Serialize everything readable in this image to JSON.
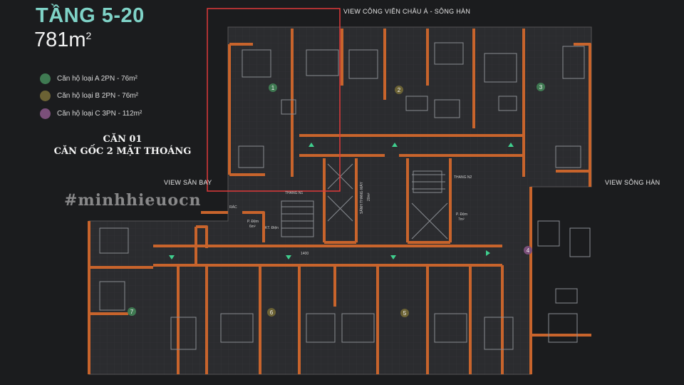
{
  "header": {
    "title": "TẦNG 5-20",
    "area_value": "781m",
    "area_sup": "2"
  },
  "legend": [
    {
      "label": "Căn hộ loại A 2PN - 76m²",
      "color": "#3f7a52"
    },
    {
      "label": "Căn hộ loại B 2PN - 76m²",
      "color": "#6b6234"
    },
    {
      "label": "Căn hộ loại C 3PN - 112m²",
      "color": "#7b4f7a"
    }
  ],
  "highlight": {
    "line1": "CĂN 01",
    "line2": "CĂN GỐC 2 MẶT THOÁNG",
    "color": "#e03a3a"
  },
  "views": {
    "top": "VIEW CÔNG VIÊN CHÂU Á - SÔNG HÀN",
    "left": "VIEW SÂN BAY",
    "right": "VIEW SÔNG HÀN"
  },
  "watermark": "#minhhieuocn",
  "units": [
    {
      "number": "1",
      "color": "#3f7a52"
    },
    {
      "number": "2",
      "color": "#6b6234"
    },
    {
      "number": "3",
      "color": "#3f7a52"
    },
    {
      "number": "4",
      "color": "#7b4f7a"
    },
    {
      "number": "5",
      "color": "#6b6234"
    },
    {
      "number": "6",
      "color": "#6b6234"
    },
    {
      "number": "7",
      "color": "#3f7a52"
    }
  ],
  "plan_labels": {
    "lobby": "SẢNH THANG MÁY",
    "lobby_area": "20m²",
    "stair_n2": "THANG N2",
    "stair_n1": "THANG N1",
    "buffer_right": "P. Đệm",
    "buffer_right_area": "7m²",
    "buffer_left": "P. Đệm",
    "buffer_left_area": "6m²",
    "kt_dien": "KT. Điện",
    "rac": "RÁC",
    "corridor_width": "1400"
  },
  "colors": {
    "wall": "#c8642c",
    "floor": "#2c2d30",
    "line": "#8a8d92",
    "accent_green": "#7fd3c7",
    "arrow": "#3fcf8e"
  }
}
